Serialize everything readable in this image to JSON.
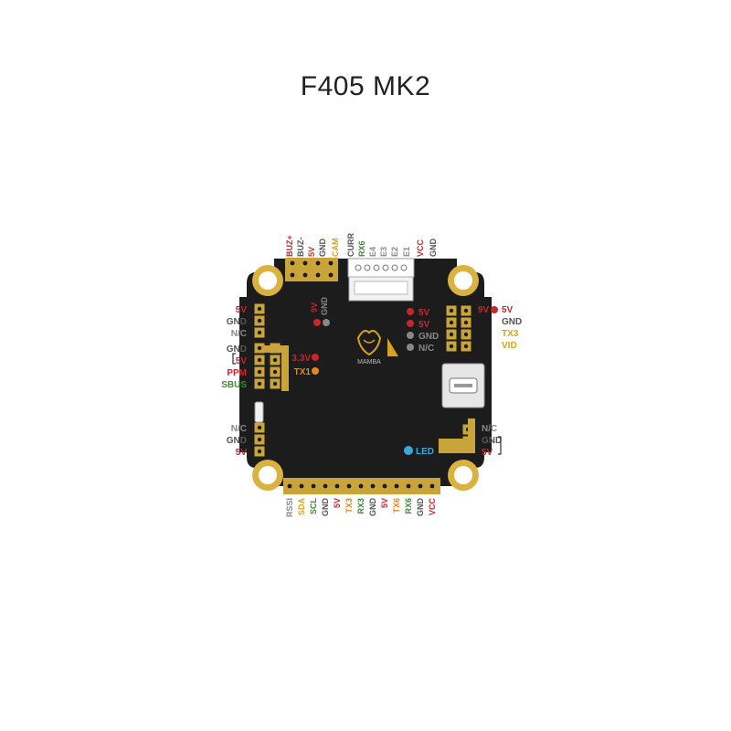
{
  "title": "F405 MK2",
  "colors": {
    "board": "#1c1c1c",
    "pad": "#c9a43a",
    "red": "#c7262b",
    "orange": "#e3861b",
    "yellow": "#d8a31a",
    "green": "#3d8b2d",
    "gray": "#555555",
    "light_gray": "#888888",
    "blue": "#3fa7d6"
  },
  "logo": {
    "text": "MAMBA"
  },
  "top_labels": [
    {
      "text": "BUZ+",
      "color": "red"
    },
    {
      "text": "BUZ-",
      "color": "gray"
    },
    {
      "text": "5V",
      "color": "red"
    },
    {
      "text": "GND",
      "color": "gray"
    },
    {
      "text": "CAM",
      "color": "yellow"
    },
    {
      "text": "CURR",
      "color": "gray"
    },
    {
      "text": "RX6",
      "color": "green"
    },
    {
      "text": "E4",
      "color": "light_gray"
    },
    {
      "text": "E3",
      "color": "light_gray"
    },
    {
      "text": "E2",
      "color": "light_gray"
    },
    {
      "text": "E1",
      "color": "light_gray"
    },
    {
      "text": "VCC",
      "color": "red"
    },
    {
      "text": "GND",
      "color": "gray"
    }
  ],
  "bottom_labels": [
    {
      "text": "RSSI",
      "color": "light_gray"
    },
    {
      "text": "SDA",
      "color": "yellow"
    },
    {
      "text": "SCL",
      "color": "green"
    },
    {
      "text": "GND",
      "color": "gray"
    },
    {
      "text": "5V",
      "color": "red"
    },
    {
      "text": "TX3",
      "color": "orange"
    },
    {
      "text": "RX3",
      "color": "green"
    },
    {
      "text": "GND",
      "color": "gray"
    },
    {
      "text": "5V",
      "color": "red"
    },
    {
      "text": "TX6",
      "color": "orange"
    },
    {
      "text": "RX6",
      "color": "green"
    },
    {
      "text": "GND",
      "color": "gray"
    },
    {
      "text": "VCC",
      "color": "red"
    }
  ],
  "left_top_labels": [
    {
      "text": "5V",
      "color": "red"
    },
    {
      "text": "GND",
      "color": "gray"
    },
    {
      "text": "N/C",
      "color": "light_gray"
    }
  ],
  "left_mid_labels": [
    {
      "text": "GND",
      "color": "gray"
    },
    {
      "text": "5V",
      "color": "red"
    },
    {
      "text": "PPM",
      "color": "red"
    },
    {
      "text": "SBUS",
      "color": "green"
    }
  ],
  "left_bot_labels": [
    {
      "text": "N/C",
      "color": "light_gray"
    },
    {
      "text": "GND",
      "color": "gray"
    },
    {
      "text": "5V",
      "color": "red"
    }
  ],
  "right_top_labels": [
    {
      "text": "5V",
      "color": "red"
    },
    {
      "text": "GND",
      "color": "gray"
    },
    {
      "text": "TX3",
      "color": "yellow"
    },
    {
      "text": "VID",
      "color": "yellow"
    }
  ],
  "right_bot_labels": [
    {
      "text": "N/C",
      "color": "light_gray"
    },
    {
      "text": "GND",
      "color": "gray"
    },
    {
      "text": "5V",
      "color": "red"
    }
  ],
  "inner_labels": {
    "9v_top": "9V",
    "gnd_top": "GND",
    "v33": "3.3V",
    "tx1": "TX1",
    "r_5v_a": "5V",
    "r_5v_b": "5V",
    "r_gnd": "GND",
    "r_nc": "N/C",
    "edge_9v": "9V",
    "led": "LED"
  }
}
